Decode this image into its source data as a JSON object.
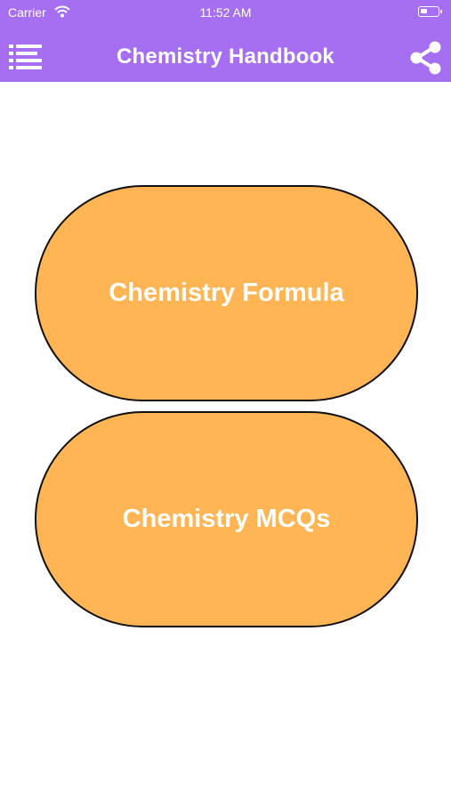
{
  "status_bar": {
    "carrier": "Carrier",
    "time": "11:52 AM",
    "wifi_icon": "wifi-icon",
    "battery_icon": "battery-icon"
  },
  "navbar": {
    "title": "Chemistry Handbook",
    "menu_icon": "list-menu-icon",
    "share_icon": "share-icon",
    "background_color": "#a66ff2"
  },
  "main": {
    "buttons": [
      {
        "label": "Chemistry Formula",
        "color": "#ffb553"
      },
      {
        "label": "Chemistry MCQs",
        "color": "#ffb553"
      }
    ]
  }
}
